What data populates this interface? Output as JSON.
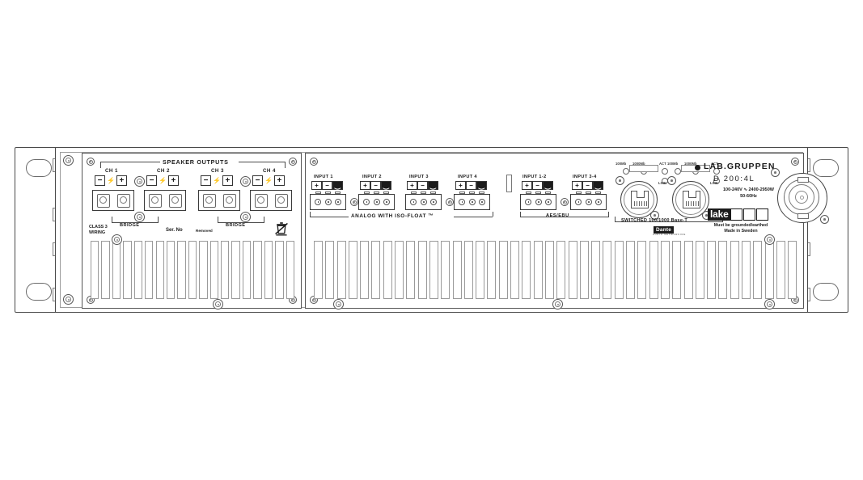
{
  "product": {
    "brand": "LAB.GRUPPEN",
    "model": "D 200:4L",
    "electrical_line1": "100-240V ∿ 2400-2950W",
    "electrical_line2": "50-60Hz",
    "origin_line1": "Must be grounded/earthed",
    "origin_line2": "Made in Sweden",
    "dsp_brand": "lake",
    "network_brand": "Dante",
    "network_brand_sub": "AUDIO NETWORKING",
    "view": "rear panel"
  },
  "speaker_section": {
    "title": "SPEAKER OUTPUTS",
    "channels": [
      {
        "label": "CH 1",
        "minus": "−",
        "bolt": "⚡",
        "plus": "+"
      },
      {
        "label": "CH 2",
        "minus": "−",
        "bolt": "⚡",
        "plus": "+"
      },
      {
        "label": "CH 3",
        "minus": "−",
        "bolt": "⚡",
        "plus": "+"
      },
      {
        "label": "CH 4",
        "minus": "−",
        "bolt": "⚡",
        "plus": "+"
      }
    ],
    "bridge_label_a": "BRIDGE",
    "bridge_label_b": "BRIDGE",
    "class_wiring_line1": "CLASS 3",
    "class_wiring_line2": "WIRING",
    "serial_label": "Ser. No",
    "serial_value": "Removed",
    "weee_icon": "weee-crossed-bin-icon"
  },
  "analog_section": {
    "label": "ANALOG WITH ISO-FLOAT ™",
    "inputs": [
      {
        "label": "INPUT 1",
        "pins": [
          "+",
          "−",
          "⏚"
        ]
      },
      {
        "label": "INPUT 2",
        "pins": [
          "+",
          "−",
          "⏚"
        ]
      },
      {
        "label": "INPUT 3",
        "pins": [
          "+",
          "−",
          "⏚"
        ]
      },
      {
        "label": "INPUT 4",
        "pins": [
          "+",
          "−",
          "⏚"
        ]
      }
    ]
  },
  "aes_section": {
    "label": "AES/EBU",
    "inputs": [
      {
        "label": "INPUT 1-2",
        "pins": [
          "+",
          "−",
          "⏚"
        ]
      },
      {
        "label": "INPUT 3-4",
        "pins": [
          "+",
          "−",
          "⏚"
        ]
      }
    ]
  },
  "network_section": {
    "label": "SWITCHED 100/1000 Base-T",
    "ports": [
      {
        "name": "primary",
        "leds": [
          {
            "label": "100Mb",
            "name": "speed-led"
          },
          {
            "label": "1000Mb",
            "name": "speed-led-alt"
          },
          {
            "label": "ACT",
            "name": "activity-led"
          },
          {
            "label": "LINK",
            "name": "link-led"
          }
        ]
      },
      {
        "name": "secondary",
        "leds": [
          {
            "label": "100Mb",
            "name": "speed-led"
          },
          {
            "label": "1000Mb",
            "name": "speed-led-alt"
          },
          {
            "label": "ACT",
            "name": "activity-led"
          },
          {
            "label": "LINK",
            "name": "link-led"
          }
        ]
      }
    ]
  },
  "power_section": {
    "connector": "powercon-mains-inlet"
  },
  "colors": {
    "background": "#ffffff",
    "outline": "#4a4a4a",
    "outline_light": "#9a9a9a",
    "ink": "#1b1b1b"
  }
}
